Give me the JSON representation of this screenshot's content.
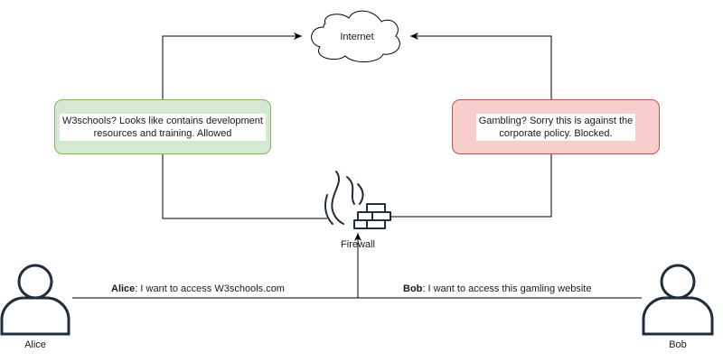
{
  "diagram": {
    "cloud": {
      "label": "Internet",
      "icon": "cloud-icon"
    },
    "firewall": {
      "label": "Firewall",
      "icon": "firewall-icon"
    },
    "allowed_box": {
      "text_line1": "W3schools? Looks like contains development",
      "text_line2": "resources and training. Allowed",
      "fill": "#d5e8d4",
      "stroke": "#82b366"
    },
    "blocked_box": {
      "text_line1": "Gambling? Sorry this is against the",
      "text_line2": "corporate policy. Blocked.",
      "fill": "#f8cecc",
      "stroke": "#b85450"
    },
    "alice": {
      "name": "Alice",
      "icon": "user-icon",
      "request_name": "Alice",
      "request_text": ": I want to access W3schools.com"
    },
    "bob": {
      "name": "Bob",
      "icon": "user-icon",
      "request_name": "Bob",
      "request_text": ": I want to access this gamling website"
    }
  }
}
